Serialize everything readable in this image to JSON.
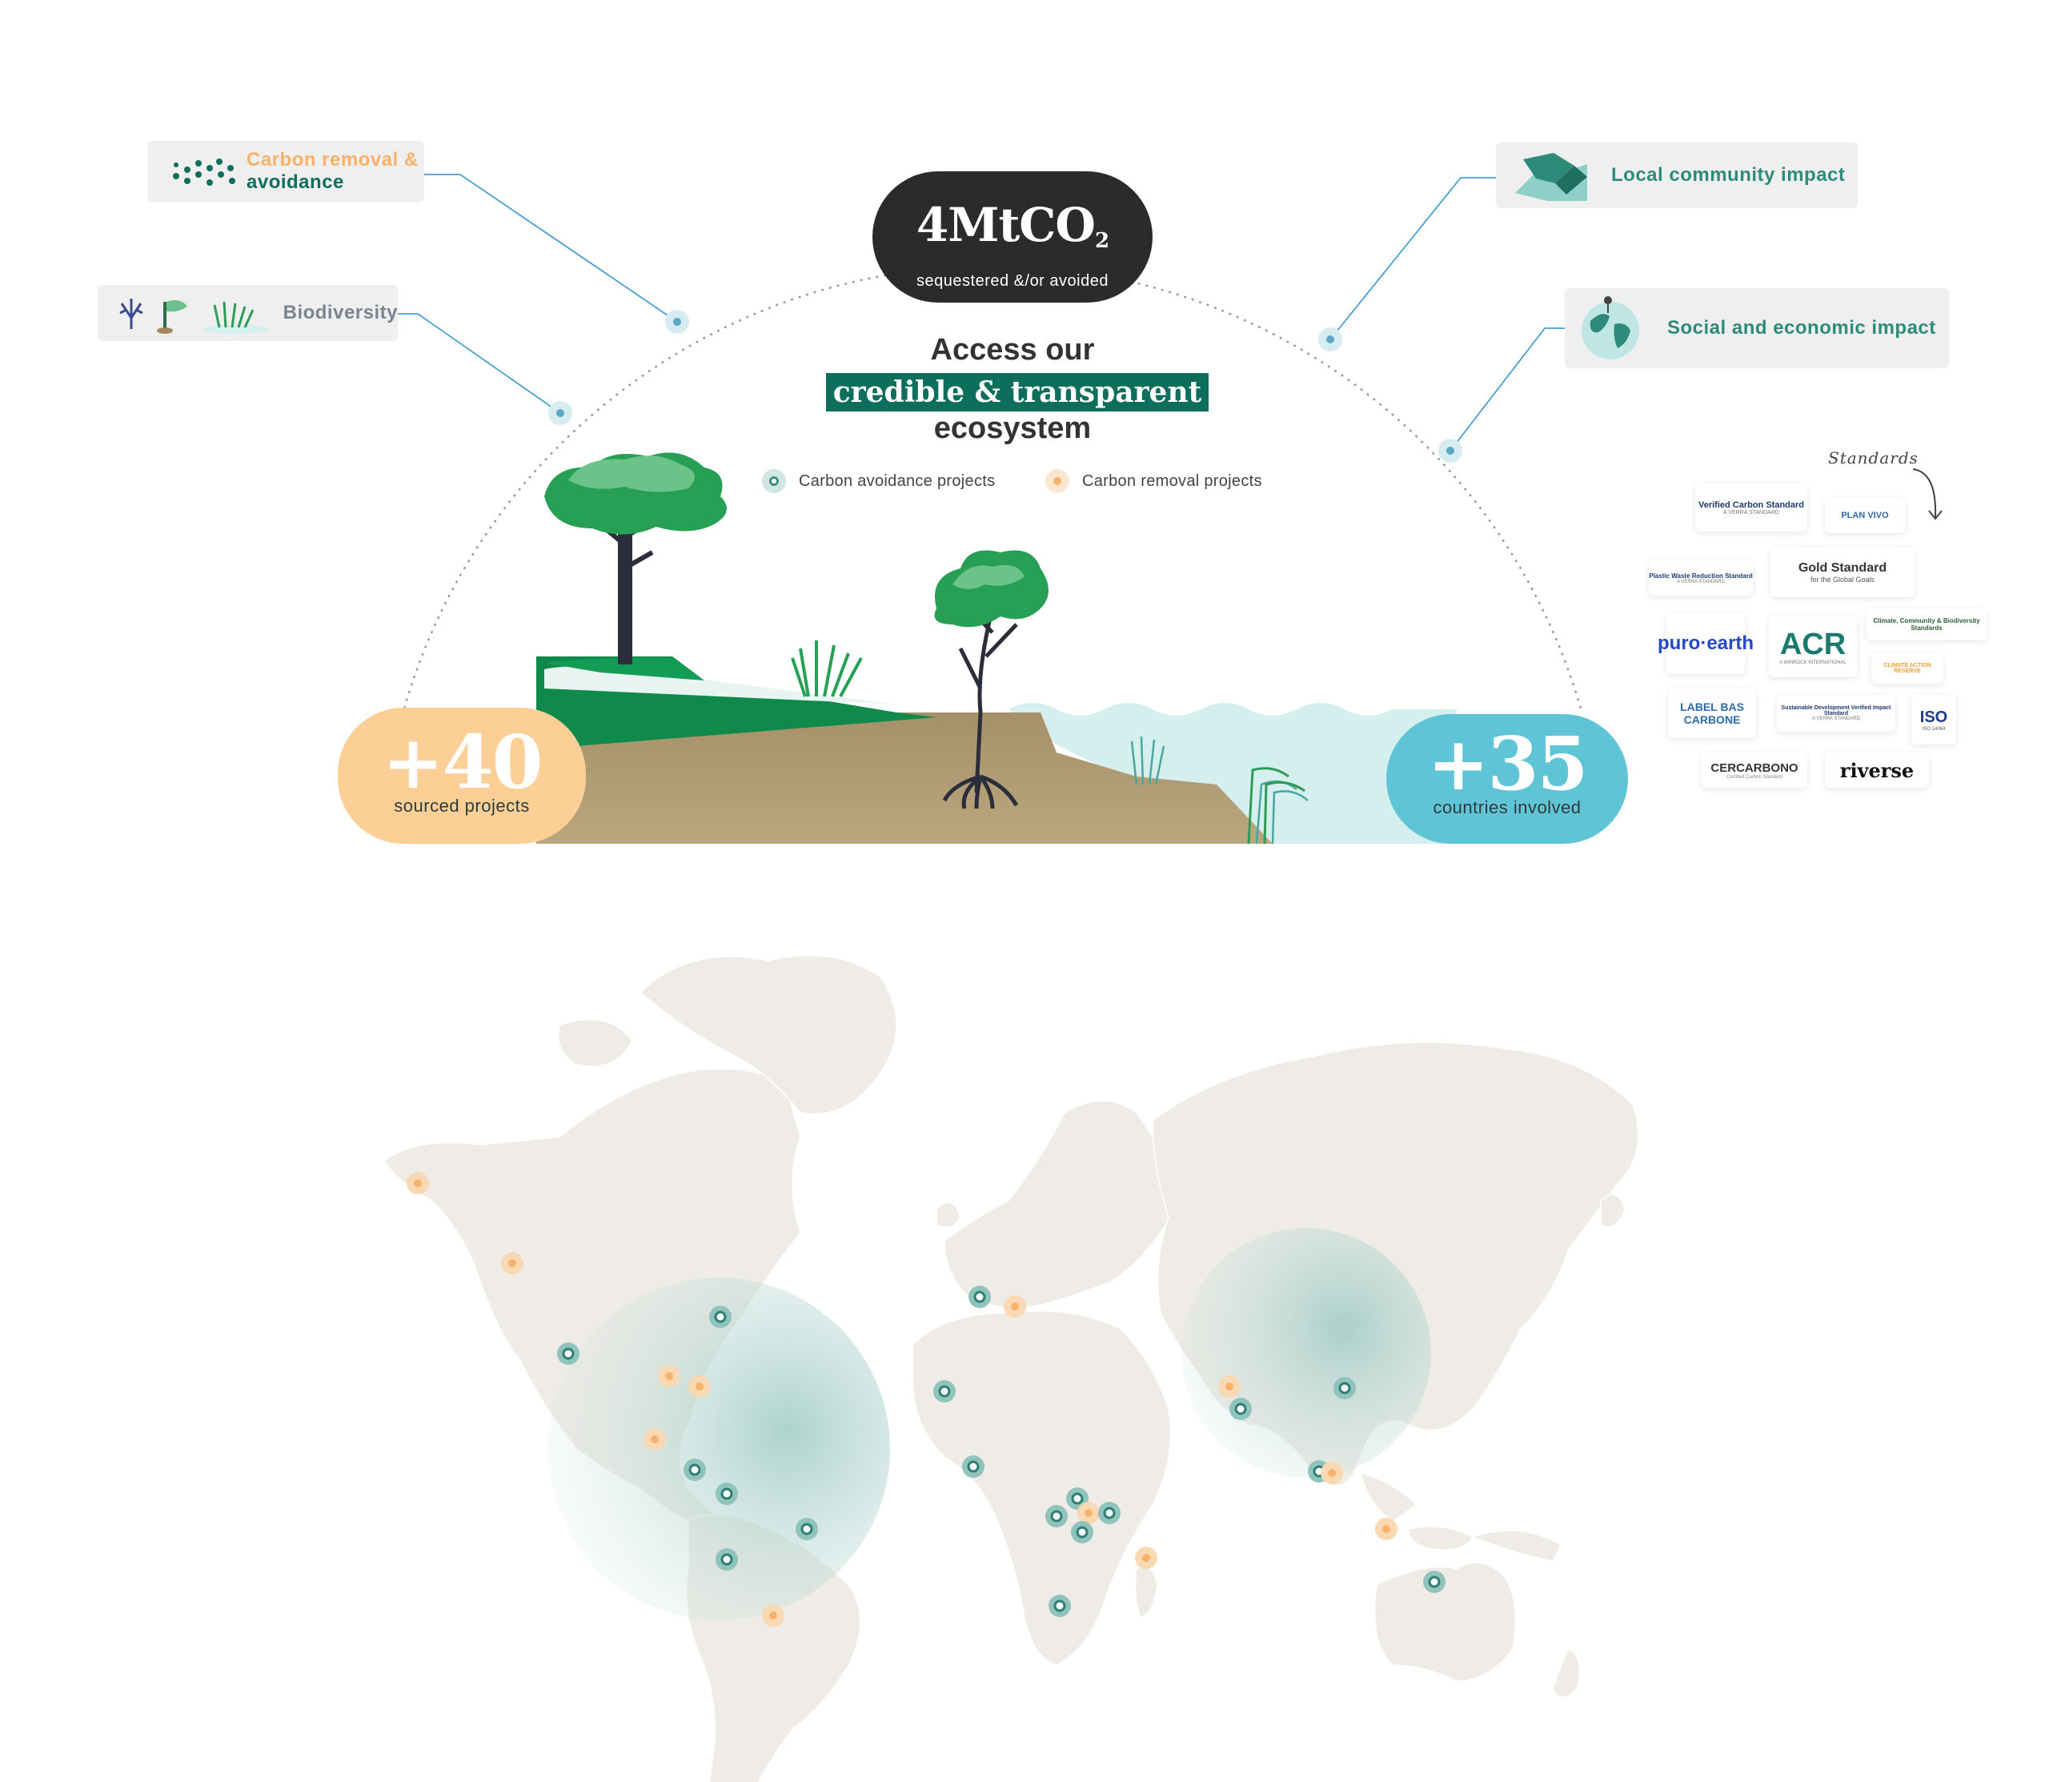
{
  "badge": {
    "value": "4MtCO",
    "subscript": "2",
    "caption": "sequestered &/or avoided"
  },
  "title": {
    "line1": "Access our",
    "highlight": "credible & transparent",
    "line3": "ecosystem"
  },
  "legend": [
    {
      "label": "Carbon avoidance projects",
      "color": "#5aa8a0"
    },
    {
      "label": "Carbon removal projects",
      "color": "#f6c794"
    }
  ],
  "features": {
    "carbon": {
      "part1": "Carbon removal &",
      "part2": "avoidance"
    },
    "biodiversity": {
      "label": "Biodiversity"
    },
    "community": {
      "label": "Local community impact"
    },
    "social": {
      "label": "Social and economic impact"
    }
  },
  "stats": {
    "projects": {
      "value": "+40",
      "caption": "sourced projects"
    },
    "countries": {
      "value": "+35",
      "caption": "countries involved"
    }
  },
  "standards": {
    "label": "Standards",
    "logos": [
      {
        "name": "Verified Carbon Standard",
        "sub": "A VERRA STANDARD"
      },
      {
        "name": "PLAN VIVO"
      },
      {
        "name": "Plastic Waste Reduction Standard",
        "sub": "A VERRA STANDARD"
      },
      {
        "name": "Gold Standard",
        "sub": "for the Global Goals"
      },
      {
        "name": "puro·earth"
      },
      {
        "name": "ACR",
        "sub": "A WINROCK INTERNATIONAL"
      },
      {
        "name": "Climate, Community & Biodiversity Standards"
      },
      {
        "name": "CLIMATE ACTION RESERVE"
      },
      {
        "name": "LABEL BAS CARBONE"
      },
      {
        "name": "Sustainable Development Verified Impact Standard",
        "sub": "A VERRA STANDARD"
      },
      {
        "name": "ISO",
        "sub": "ISO 14064"
      },
      {
        "name": "CERCARBONO",
        "sub": "Certified Carbon Standard"
      },
      {
        "name": "riverse"
      }
    ]
  },
  "colors": {
    "dark": "#2b2b2b",
    "teal": "#0d6e5b",
    "green": "#2e8b57",
    "orange_text": "#f6b26b",
    "stat_orange": "#fbcf95",
    "stat_blue": "#5ec4d6",
    "avoidance": "#5aa8a0",
    "removal": "#f6c794",
    "map_land": "#efebe6"
  }
}
